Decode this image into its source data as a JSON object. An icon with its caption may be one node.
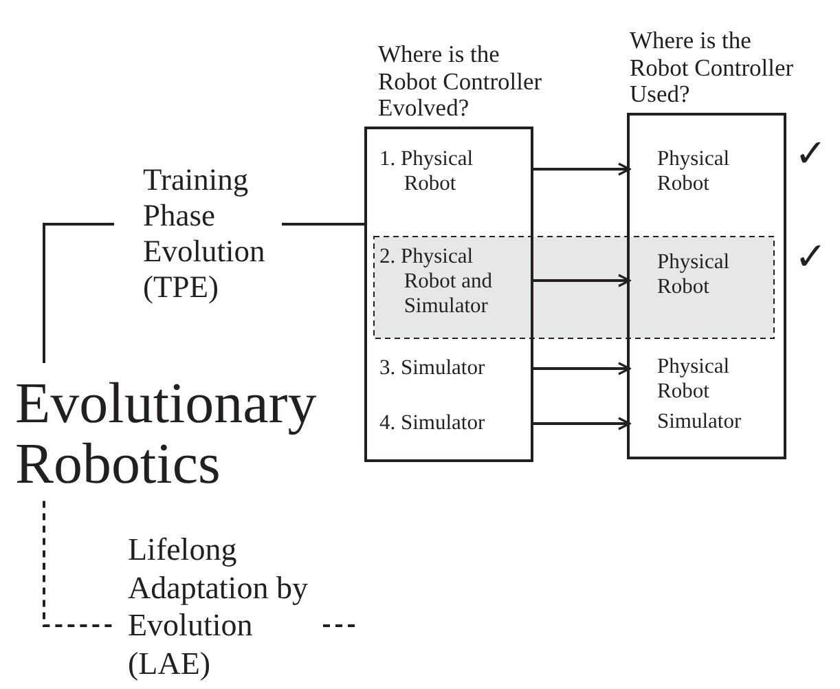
{
  "diagram": {
    "nodes": [
      {
        "text": [
          "Training Phase Evolution (TPE)"
        ]
      },
      {
        "text": [
          "Evolutionary Robotics"
        ]
      },
      {
        "text": [
          "Lifelong Adaptation by Evolution (LAE)"
        ]
      },
      {
        "text": [
          "Where is the Robot Controller Evolved?"
        ]
      },
      {
        "text": [
          "1. Physical Robot"
        ],
        "in": 3
      },
      {
        "text": [
          "2. Physical Robot and Simulator"
        ],
        "in": 3
      },
      {
        "text": [
          "3. Simulator"
        ],
        "in": 3
      },
      {
        "text": [
          "4. Simulator"
        ],
        "in": 3
      },
      {
        "text": [
          "Where is the Robot Controller Used?"
        ]
      },
      {
        "text": [
          "Physical Robot"
        ],
        "in": 8,
        "beside": [
          "✓"
        ]
      },
      {
        "text": [
          "Physical Robot"
        ],
        "in": 8,
        "beside": [
          "✓"
        ]
      },
      {
        "text": [
          "Physical Robot"
        ],
        "in": 8
      },
      {
        "text": [
          "Simulator"
        ],
        "in": 8
      }
    ],
    "edges": [
      {
        "from": 1,
        "to": 0,
        "arrow": "none"
      },
      {
        "from": 0,
        "to": 3,
        "arrow": "none"
      },
      {
        "from": 1,
        "to": 2,
        "arrow": "none",
        "style": "dashed"
      },
      {
        "from": 2,
        "to": null,
        "arrow": "none",
        "style": "dashed"
      },
      {
        "from": 4,
        "to": 9,
        "arrow": "to"
      },
      {
        "from": 5,
        "to": 10,
        "arrow": "to"
      },
      {
        "from": 6,
        "to": 11,
        "arrow": "to"
      },
      {
        "from": 7,
        "to": 12,
        "arrow": "to"
      }
    ]
  }
}
